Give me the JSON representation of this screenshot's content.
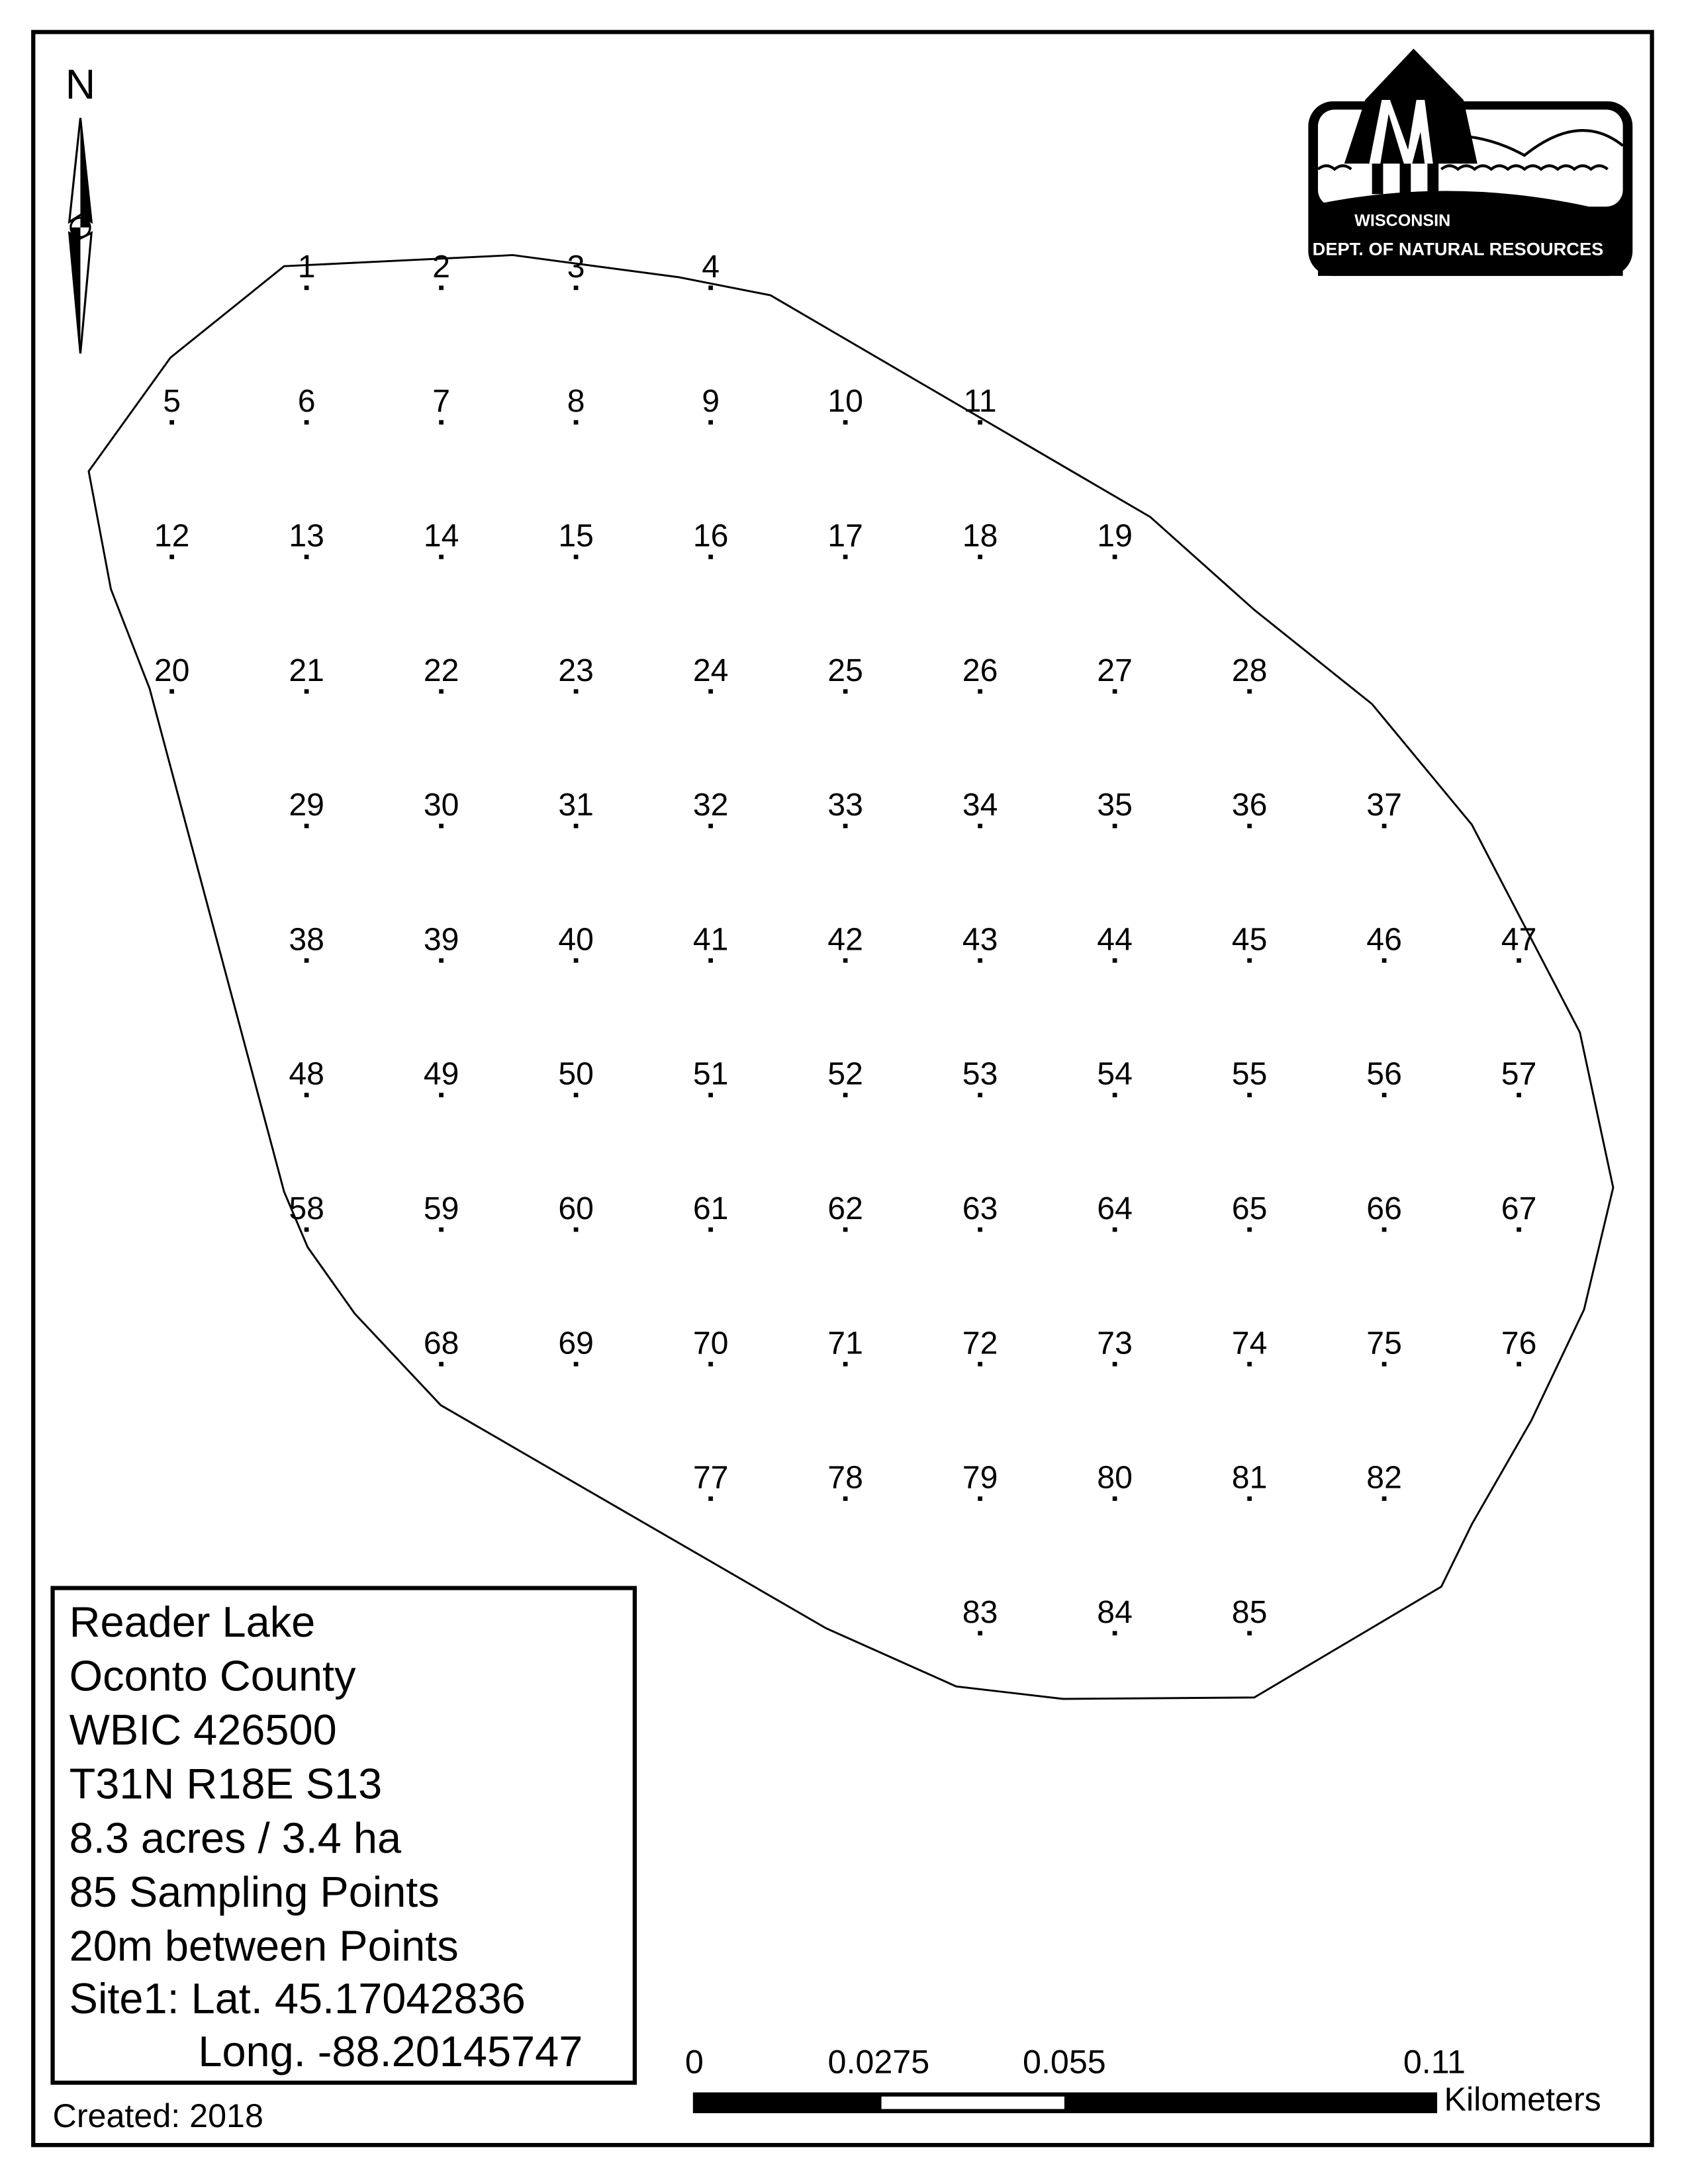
{
  "north_label": "N",
  "logo": {
    "line1": "WISCONSIN",
    "line2": "DEPT. OF NATURAL RESOURCES"
  },
  "legend": {
    "lines": [
      "Reader Lake",
      "Oconto County",
      "WBIC 426500",
      "T31N R18E S13",
      "8.3 acres / 3.4 ha",
      "85 Sampling Points",
      "20m between Points",
      "Site1: Lat. 45.17042836",
      "Long. -88.20145747"
    ],
    "created": "Created: 2018"
  },
  "scale_bar": {
    "ticks": [
      "0",
      "0.0275",
      "0.055",
      "0.11"
    ],
    "tick_values_km": [
      0,
      0.0275,
      0.055,
      0.11
    ],
    "units": "Kilometers"
  },
  "sampling_grid": [
    [
      null,
      "1",
      "2",
      "3",
      "4",
      null,
      null,
      null,
      null,
      null,
      null
    ],
    [
      "5",
      "6",
      "7",
      "8",
      "9",
      "10",
      "11",
      null,
      null,
      null,
      null
    ],
    [
      "12",
      "13",
      "14",
      "15",
      "16",
      "17",
      "18",
      "19",
      null,
      null,
      null
    ],
    [
      "20",
      "21",
      "22",
      "23",
      "24",
      "25",
      "26",
      "27",
      "28",
      null,
      null
    ],
    [
      null,
      "29",
      "30",
      "31",
      "32",
      "33",
      "34",
      "35",
      "36",
      "37",
      null
    ],
    [
      null,
      "38",
      "39",
      "40",
      "41",
      "42",
      "43",
      "44",
      "45",
      "46",
      "47"
    ],
    [
      null,
      "48",
      "49",
      "50",
      "51",
      "52",
      "53",
      "54",
      "55",
      "56",
      "57"
    ],
    [
      null,
      "58",
      "59",
      "60",
      "61",
      "62",
      "63",
      "64",
      "65",
      "66",
      "67"
    ],
    [
      null,
      null,
      "68",
      "69",
      "70",
      "71",
      "72",
      "73",
      "74",
      "75",
      "76"
    ],
    [
      null,
      null,
      null,
      null,
      "77",
      "78",
      "79",
      "80",
      "81",
      "82",
      null
    ],
    [
      null,
      null,
      null,
      null,
      null,
      null,
      "83",
      "84",
      "85",
      null,
      null
    ]
  ]
}
